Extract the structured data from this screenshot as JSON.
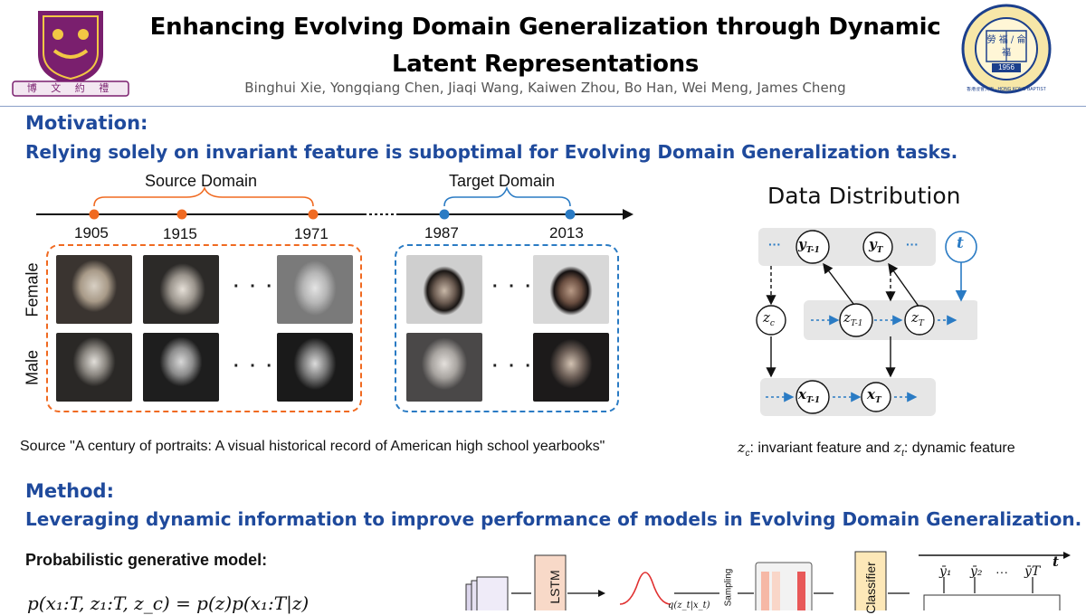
{
  "header": {
    "title_line1": "Enhancing Evolving Domain Generalization through Dynamic",
    "title_line2": "Latent Representations",
    "authors": "Binghui Xie, Yongqiang Chen, Jiaqi Wang, Kaiwen Zhou, Bo Han, Wei Meng, James Cheng",
    "left_logo_text": "博 文 約 禮",
    "right_logo_center": "勞 福 / 侖 福",
    "right_logo_ring": "香港浸會大學 · HONG KONG BAPTIST UNIVERSITY",
    "right_logo_year": "1956"
  },
  "motivation": {
    "heading": "Motivation:",
    "statement": "Relying solely on invariant feature is suboptimal for Evolving Domain Generalization tasks.",
    "source_domain_label": "Source Domain",
    "target_domain_label": "Target Domain",
    "years": [
      "1905",
      "1915",
      "1971",
      "1987",
      "2013"
    ],
    "row_labels": [
      "Female",
      "Male"
    ],
    "ellipsis": "· · ·",
    "source_note": "Source \"A century of portraits: A visual historical record of American high school yearbooks\""
  },
  "data_distribution": {
    "title": "Data Distribution",
    "t_label": "t",
    "y_prev": "y",
    "y_prev_sub": "T-1",
    "y_cur": "y",
    "y_cur_sub": "T",
    "zc": "z",
    "zc_sub": "c",
    "z_prev": "z",
    "z_prev_sub": "T-1",
    "z_cur": "z",
    "z_cur_sub": "T",
    "x_prev": "x",
    "x_prev_sub": "T-1",
    "x_cur": "x",
    "x_cur_sub": "T",
    "dots": "···",
    "caption_zc": "z",
    "caption_zc_sub": "c",
    "caption_mid": ": invariant feature and ",
    "caption_zt": "z",
    "caption_zt_sub": "t",
    "caption_end": ": dynamic feature"
  },
  "method": {
    "heading": "Method:",
    "statement": "Leveraging dynamic information to improve performance of models in Evolving Domain Generalization.",
    "subheading": "Probabilistic generative model:",
    "formula": "p(x₁:T, z₁:T, z_c) = p(z)p(x₁:T|z)",
    "lstm_label": "LSTM",
    "q_label": "q(z_t|x_t)",
    "sampling_label": "Sampling",
    "classifier_label": "Classifier",
    "t_axis": "t",
    "y_labels": [
      "ȳ₁",
      "ȳ₂",
      "···",
      "ȳT"
    ]
  },
  "colors": {
    "accent_blue": "#1f4a9c",
    "source_orange": "#f06a21",
    "target_blue": "#2a7bc4",
    "diagram_gray": "#e6e6e6"
  }
}
